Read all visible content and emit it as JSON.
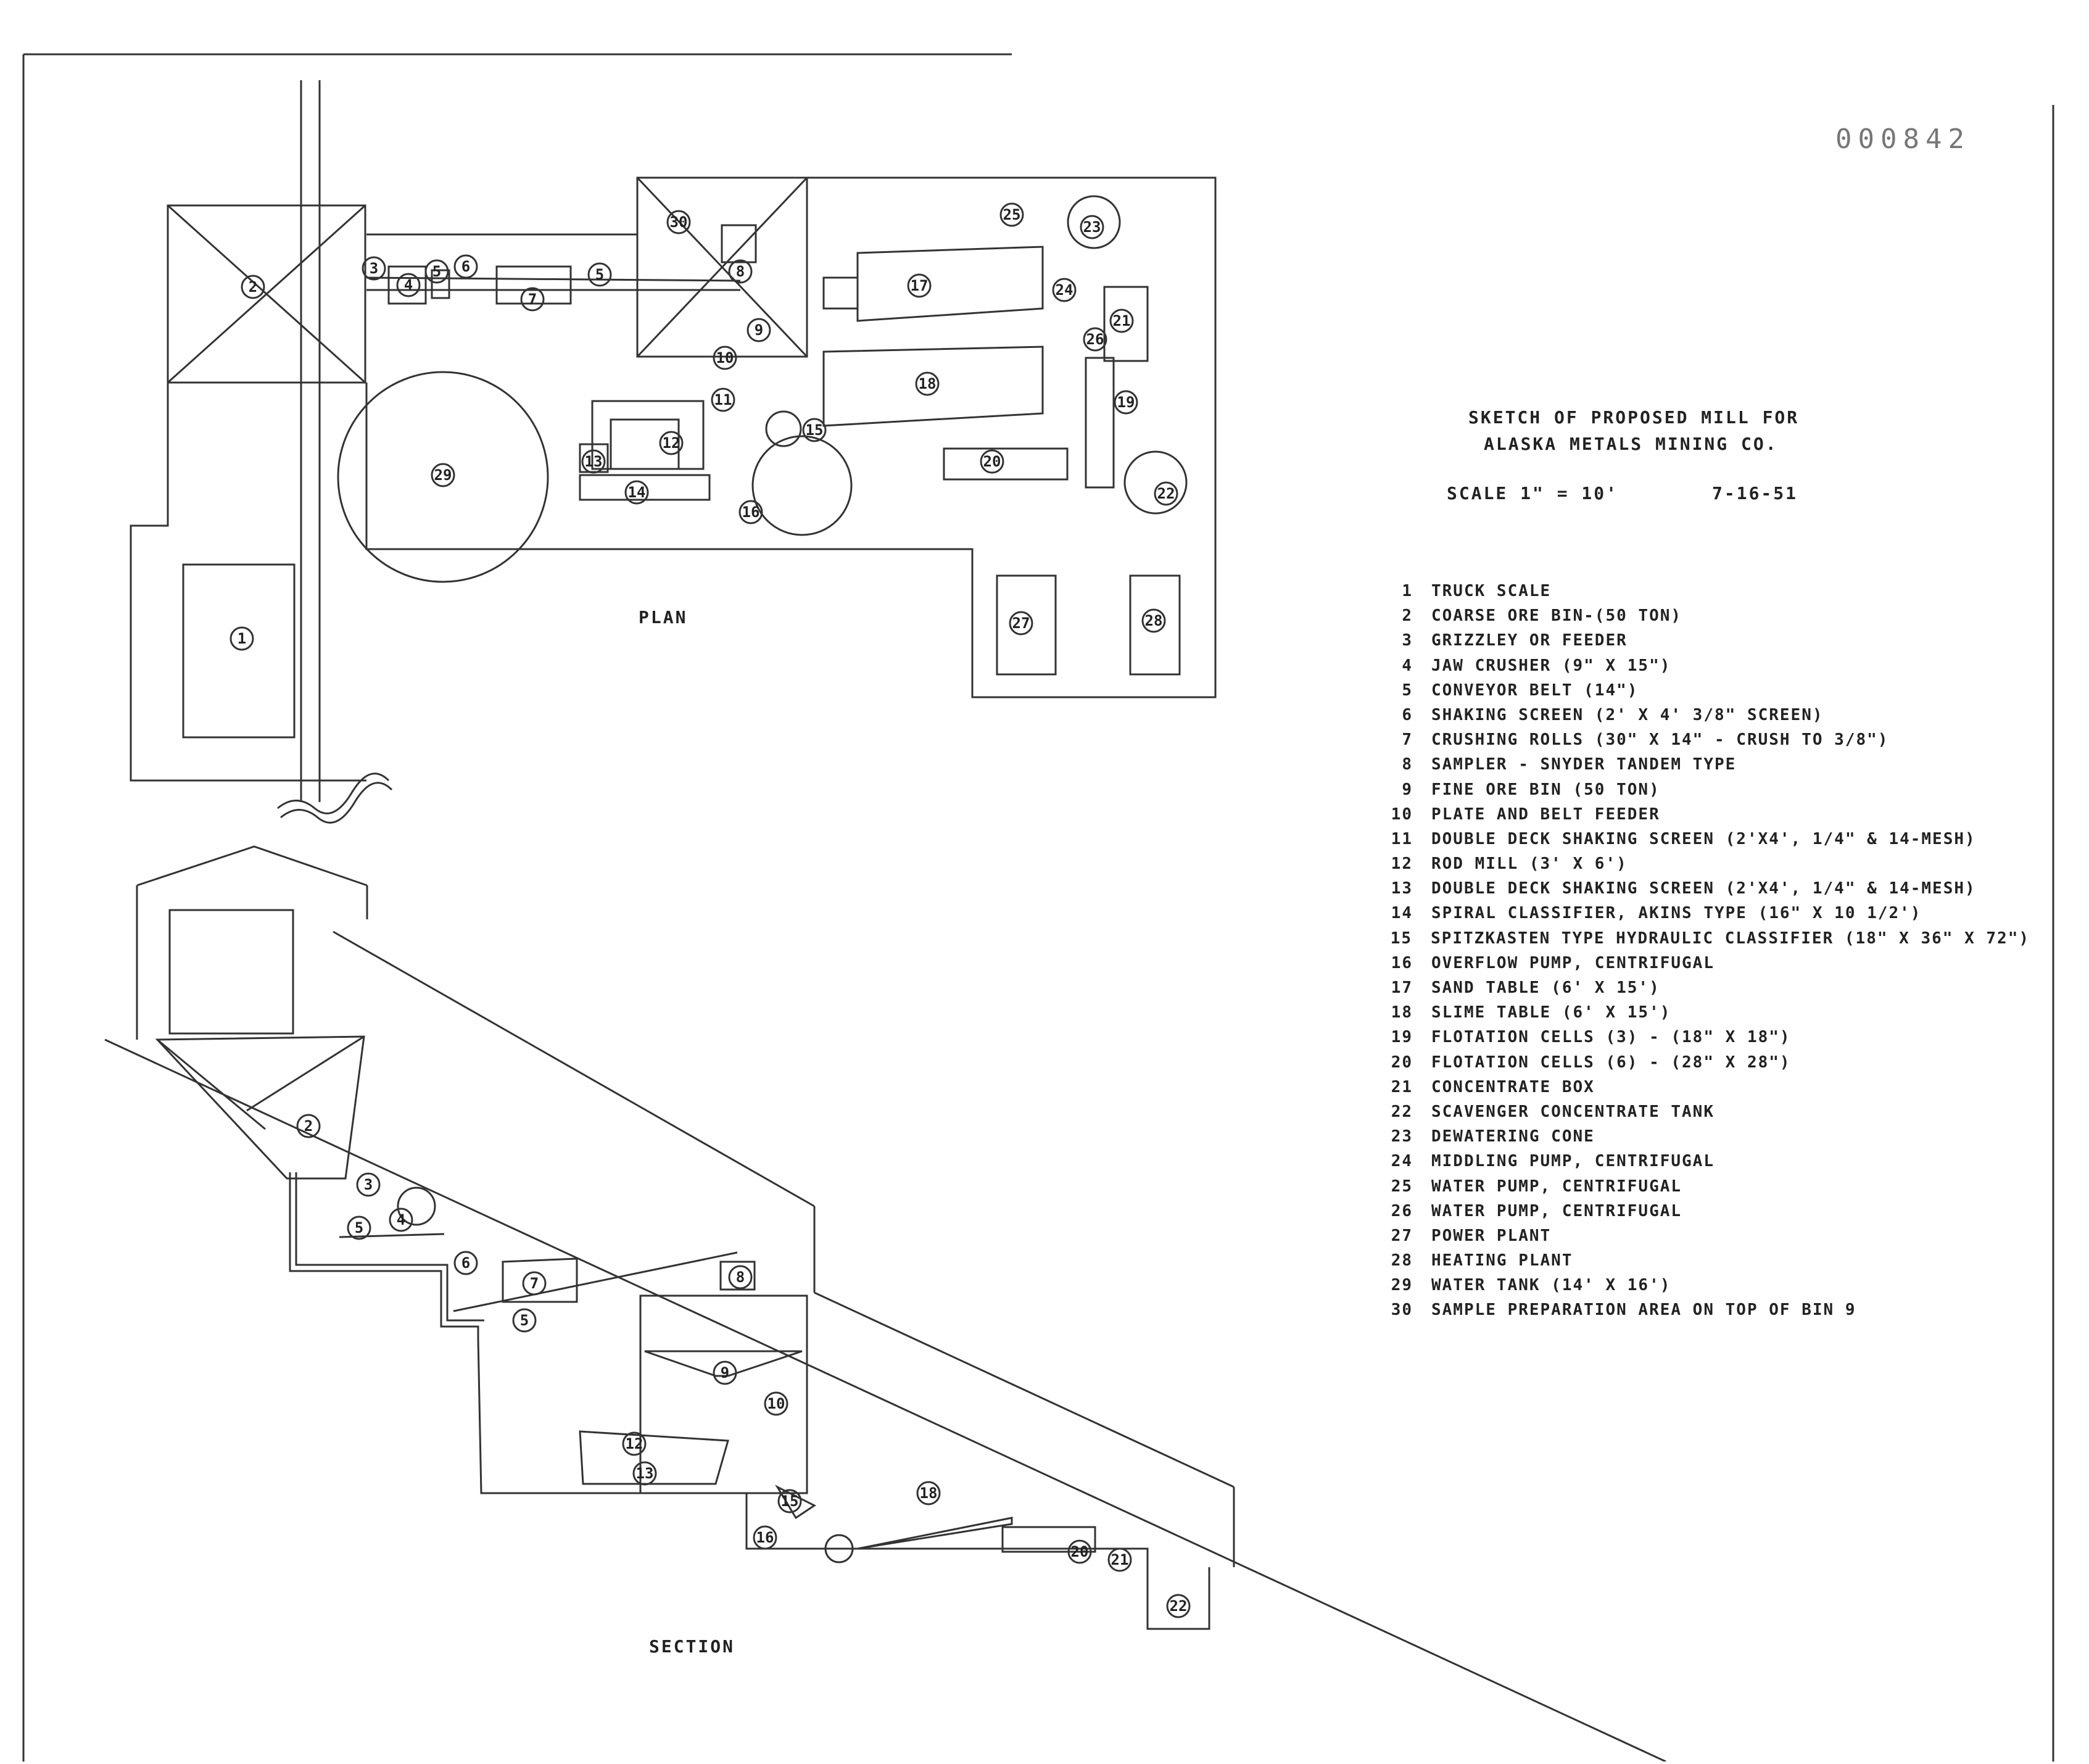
{
  "document_number": "000842",
  "title": {
    "line1": "SKETCH OF PROPOSED MILL FOR",
    "line2": "ALASKA METALS MINING CO.",
    "scale": "SCALE 1\" = 10'",
    "date": "7-16-51"
  },
  "view_labels": {
    "plan": "PLAN",
    "section": "SECTION"
  },
  "legend": [
    {
      "num": "1",
      "text": "TRUCK SCALE"
    },
    {
      "num": "2",
      "text": "COARSE ORE BIN-(50 TON)"
    },
    {
      "num": "3",
      "text": "GRIZZLEY OR FEEDER"
    },
    {
      "num": "4",
      "text": "JAW CRUSHER (9\" X 15\")"
    },
    {
      "num": "5",
      "text": "CONVEYOR BELT (14\")"
    },
    {
      "num": "6",
      "text": "SHAKING SCREEN (2' X 4' 3/8\" SCREEN)"
    },
    {
      "num": "7",
      "text": "CRUSHING ROLLS (30\" X 14\" - CRUSH TO 3/8\")"
    },
    {
      "num": "8",
      "text": "SAMPLER - SNYDER TANDEM TYPE"
    },
    {
      "num": "9",
      "text": "FINE ORE BIN (50 TON)"
    },
    {
      "num": "10",
      "text": "PLATE AND BELT FEEDER"
    },
    {
      "num": "11",
      "text": "DOUBLE DECK SHAKING SCREEN (2'X4', 1/4\" & 14-MESH)"
    },
    {
      "num": "12",
      "text": "ROD MILL (3' X 6')"
    },
    {
      "num": "13",
      "text": "DOUBLE DECK SHAKING SCREEN (2'X4', 1/4\" & 14-MESH)"
    },
    {
      "num": "14",
      "text": "SPIRAL CLASSIFIER, AKINS TYPE (16\" X 10 1/2')"
    },
    {
      "num": "15",
      "text": "SPITZKASTEN TYPE HYDRAULIC CLASSIFIER (18\" X 36\" X 72\")"
    },
    {
      "num": "16",
      "text": "OVERFLOW PUMP, CENTRIFUGAL"
    },
    {
      "num": "17",
      "text": "SAND TABLE (6' X 15')"
    },
    {
      "num": "18",
      "text": "SLIME TABLE (6' X 15')"
    },
    {
      "num": "19",
      "text": "FLOTATION CELLS (3) - (18\" X 18\")"
    },
    {
      "num": "20",
      "text": "FLOTATION CELLS (6) - (28\" X 28\")"
    },
    {
      "num": "21",
      "text": "CONCENTRATE BOX"
    },
    {
      "num": "22",
      "text": "SCAVENGER CONCENTRATE TANK"
    },
    {
      "num": "23",
      "text": "DEWATERING CONE"
    },
    {
      "num": "24",
      "text": "MIDDLING PUMP, CENTRIFUGAL"
    },
    {
      "num": "25",
      "text": "WATER PUMP, CENTRIFUGAL"
    },
    {
      "num": "26",
      "text": "WATER PUMP, CENTRIFUGAL"
    },
    {
      "num": "27",
      "text": "POWER PLANT"
    },
    {
      "num": "28",
      "text": "HEATING PLANT"
    },
    {
      "num": "29",
      "text": "WATER TANK (14' X 16')"
    },
    {
      "num": "30",
      "text": "SAMPLE PREPARATION AREA ON TOP OF BIN 9"
    }
  ],
  "callouts": {
    "plan": [
      "1",
      "2",
      "3",
      "4",
      "5",
      "6",
      "7",
      "5",
      "8",
      "9",
      "10",
      "11",
      "12",
      "13",
      "14",
      "15",
      "16",
      "17",
      "18",
      "19",
      "20",
      "21",
      "22",
      "23",
      "24",
      "25",
      "26",
      "27",
      "28",
      "29",
      "30"
    ],
    "section": [
      "2",
      "3",
      "4",
      "5",
      "6",
      "7",
      "5",
      "8",
      "9",
      "10",
      "12",
      "13",
      "15",
      "16",
      "18",
      "20",
      "21",
      "22"
    ]
  }
}
